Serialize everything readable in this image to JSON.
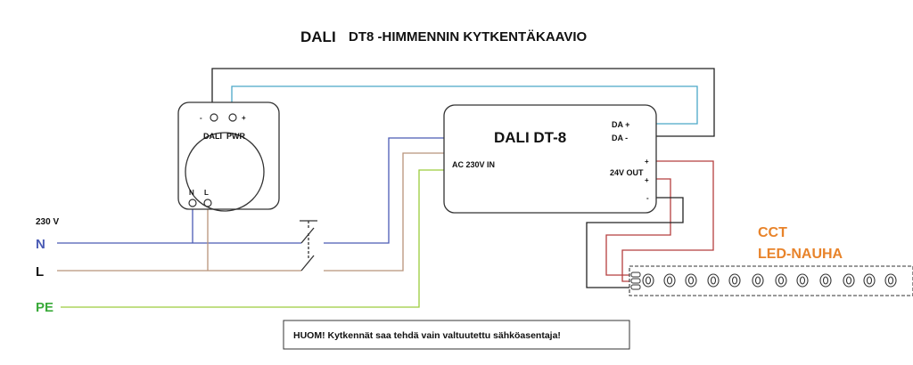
{
  "title": {
    "part1": "DALI",
    "part2": "DT8 -HIMMENNIN KYTKENTÄKAAVIO"
  },
  "dimmer": {
    "minus": "-",
    "plus": "+",
    "dali_label": "DALI",
    "pwr_label": "PWR",
    "n_label": "N",
    "l_label": "L"
  },
  "driver": {
    "title": "DALI DT-8",
    "da_plus": "DA +",
    "da_minus": "DA -",
    "ac_in": "AC 230V IN",
    "out_label": "24V OUT",
    "plus1": "+",
    "plus2": "+",
    "minus": "-"
  },
  "mains": {
    "voltage": "230 V",
    "n": "N",
    "l": "L",
    "pe": "PE"
  },
  "led": {
    "line1": "CCT",
    "line2": "LED-NAUHA"
  },
  "note": "HUOM! Kytkennät saa tehdä vain valtuutettu sähköasentaja!",
  "colors": {
    "neutral": "#4a5bb5",
    "live": "#b8937a",
    "earth": "#9ccc3c",
    "dali_plus": "#4aa8c8",
    "led_wire": "#b53f3f",
    "black_wire": "#222222",
    "pe_label": "#3aaa3a",
    "led_label": "#e8832a"
  }
}
